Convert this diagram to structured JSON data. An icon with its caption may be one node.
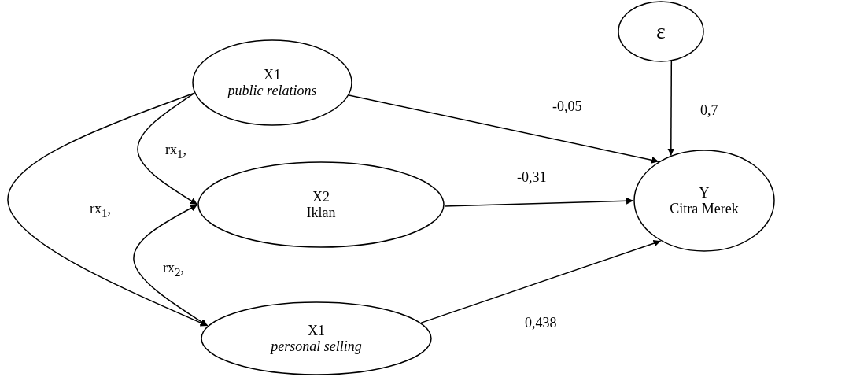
{
  "diagram": {
    "nodes": [
      {
        "text": [
          "ε"
        ]
      },
      {
        "text": [
          "X1",
          "public relations"
        ]
      },
      {
        "text": [
          "X2",
          "Iklan"
        ]
      },
      {
        "text": [
          "Y",
          "Citra Merek"
        ]
      },
      {
        "text": [
          "X1",
          "personal selling"
        ]
      }
    ],
    "edges": [
      {
        "from": 1,
        "to": 3,
        "arrow": "to",
        "label": "-0,05"
      },
      {
        "from": 0,
        "to": 3,
        "arrow": "to",
        "label": "0,7"
      },
      {
        "from": 2,
        "to": 3,
        "arrow": "to",
        "label": "-0,31"
      },
      {
        "from": 4,
        "to": 3,
        "arrow": "to",
        "label": "0,438"
      },
      {
        "from": 1,
        "to": 2,
        "arrow": "to",
        "label": "rx$_{1}$,"
      },
      {
        "from": 1,
        "to": 4,
        "arrow": "to",
        "label": "rx$_{1}$,"
      },
      {
        "from": 2,
        "to": 4,
        "arrow": "both",
        "label": "rx$_{2}$,"
      }
    ]
  }
}
